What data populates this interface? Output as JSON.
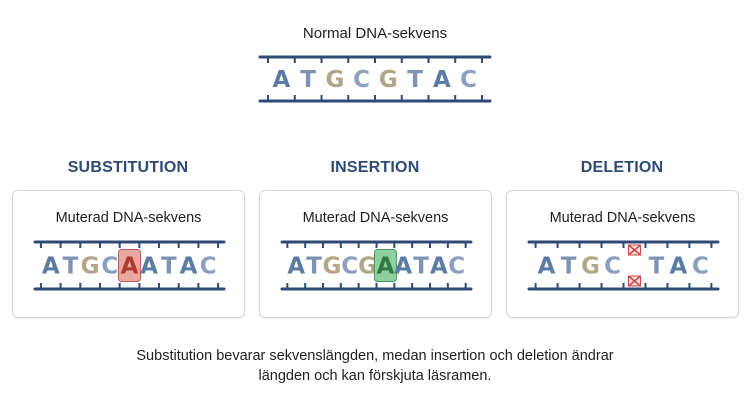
{
  "title": "Normal DNA-sekvens",
  "normal_sequence": [
    "A",
    "T",
    "G",
    "C",
    "G",
    "T",
    "A",
    "C"
  ],
  "colors": {
    "A": "#5c7ba3",
    "T": "#7e93b3",
    "G": "#b0a68a",
    "C": "#8ca0be",
    "backbone": "#2e4a75",
    "heading": "#2e4a75",
    "substitution_highlight": "#e8a8a0",
    "insertion_highlight": "#8fcf9f",
    "deletion_marker": "#cc4444"
  },
  "panels": [
    {
      "heading": "SUBSTITUTION",
      "subtitle": "Muterad DNA-sekvens",
      "sequence": [
        "A",
        "T",
        "G",
        "C",
        "A",
        "A",
        "T",
        "A",
        "C"
      ],
      "kind": "substitution",
      "highlight_index": 4
    },
    {
      "heading": "INSERTION",
      "subtitle": "Muterad DNA-sekvens",
      "sequence": [
        "A",
        "T",
        "G",
        "C",
        "G",
        "A",
        "A",
        "T",
        "A",
        "C"
      ],
      "kind": "insertion",
      "highlight_index": 5
    },
    {
      "heading": "DELETION",
      "subtitle": "Muterad DNA-sekvens",
      "sequence": [
        "A",
        "T",
        "G",
        "C",
        "",
        "T",
        "A",
        "C"
      ],
      "kind": "deletion",
      "highlight_index": 4
    }
  ],
  "caption": {
    "line1": "Substitution bevarar sekvenslängden, medan insertion och deletion ändrar",
    "line2": "längden och kan förskjuta läsramen."
  }
}
